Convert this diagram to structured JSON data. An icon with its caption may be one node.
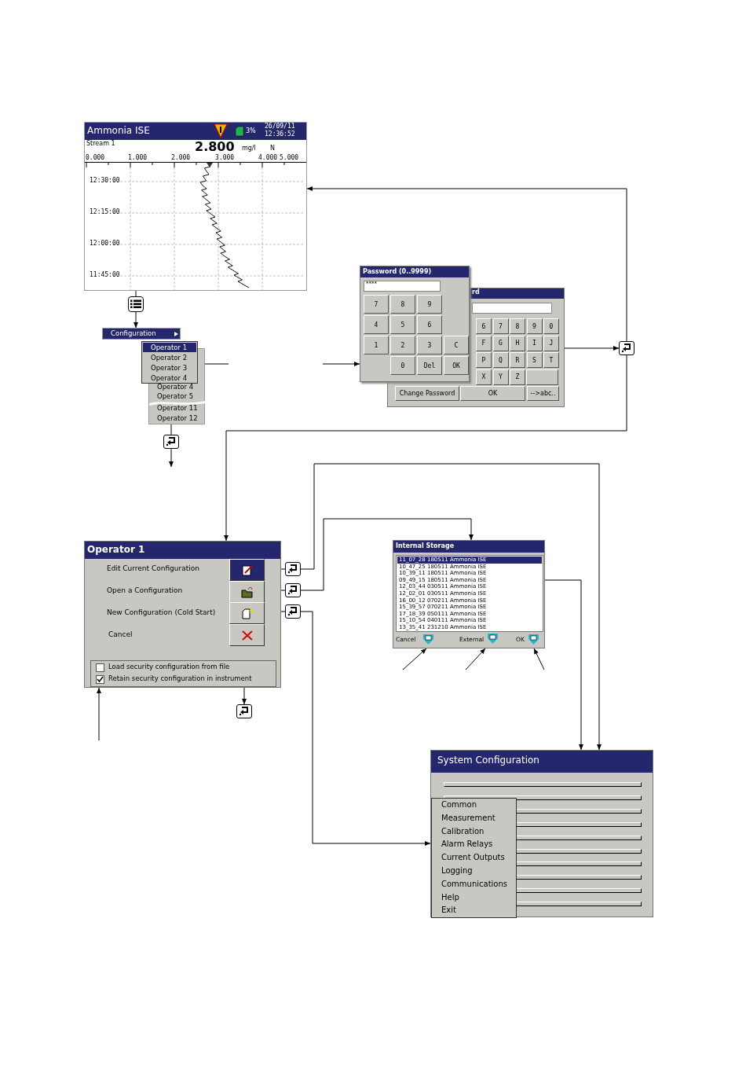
{
  "diagram": {
    "nodes": [
      {
        "text": [
          "Ammonia ISE",
          "3%",
          "26/09/11",
          "12:36:52",
          "Stream 1",
          "2.800",
          "mg/l",
          "N",
          "0.000",
          "1.000",
          "2.000",
          "3.000",
          "4.000",
          "5.000",
          "12:30:00",
          "12:15:00",
          "12:00:00",
          "11:45:00"
        ]
      },
      {
        "text": [],
        "shape": "box"
      },
      {
        "text": [
          "Configuration"
        ]
      },
      {
        "text": [
          "Operator 1",
          "Operator 2",
          "Operator 3",
          "Operator 4"
        ]
      },
      {
        "text": [
          "Operator 4",
          "Operator 5",
          "Operator 11",
          "Operator 12"
        ]
      },
      {
        "text": [],
        "shape": "box"
      },
      {
        "text": [
          "Password (0..9999)",
          "****",
          "7",
          "8",
          "9",
          "4",
          "5",
          "6",
          "1",
          "2",
          "3",
          "C",
          "0",
          "Del",
          "OK"
        ]
      },
      {
        "text": [
          "rd",
          "6",
          "7",
          "8",
          "9",
          "0",
          "F",
          "G",
          "H",
          "I",
          "J",
          "P",
          "Q",
          "R",
          "S",
          "T",
          "X",
          "Y",
          "Z",
          "Change Password",
          "OK",
          "-->abc.."
        ]
      },
      {
        "text": [],
        "shape": "box"
      },
      {
        "text": [
          "Operator 1",
          "Edit Current Configuration",
          "Open a Configuration",
          "New Configuration (Cold Start)",
          "Cancel",
          "Load security configuration from file",
          "Retain security configuration in instrument"
        ]
      },
      {
        "text": [],
        "shape": "box"
      },
      {
        "text": [],
        "shape": "box"
      },
      {
        "text": [],
        "shape": "box"
      },
      {
        "text": [],
        "shape": "box"
      },
      {
        "text": [
          "Internal Storage",
          "11_07_28 180511 Ammonia ISE",
          "10_47_25 180511 Ammonia ISE",
          "10_39_11 180511 Ammonia ISE",
          "09_49_15 180511 Ammonia ISE",
          "12_03_44 030511 Ammonia ISE",
          "12_02_01 030511 Ammonia ISE",
          "16_00_12 070211 Ammonia ISE",
          "15_39_57 070211 Ammonia ISE",
          "17_18_39 050111 Ammonia ISE",
          "15_10_54 040111 Ammonia ISE",
          "13_35_41 231210 Ammonia ISE",
          "Cancel",
          "External",
          "OK"
        ]
      },
      {
        "text": [
          "System Configuration"
        ]
      },
      {
        "text": [
          "Common",
          "Measurement",
          "Calibration",
          "Alarm Relays",
          "Current Outputs",
          "Logging",
          "Communications",
          "Help",
          "Exit"
        ],
        "in": 15
      }
    ],
    "edges": [
      {
        "from": 0,
        "to": 1,
        "arrow": "none"
      },
      {
        "from": 1,
        "to": 2,
        "arrow": "to"
      },
      {
        "from": 4,
        "to": 5,
        "arrow": "none"
      },
      {
        "from": 5,
        "to": null,
        "arrow": "to"
      },
      {
        "from": 4,
        "to": null,
        "arrow": "none"
      },
      {
        "from": null,
        "to": 6,
        "arrow": "to"
      },
      {
        "from": 7,
        "to": 8,
        "arrow": "to"
      },
      {
        "from": 8,
        "to": 0,
        "arrow": "to"
      },
      {
        "from": 8,
        "to": 9,
        "arrow": "to"
      },
      {
        "from": 9,
        "to": 10,
        "arrow": "none"
      },
      {
        "from": 9,
        "to": 11,
        "arrow": "none"
      },
      {
        "from": 9,
        "to": 12,
        "arrow": "none"
      },
      {
        "from": 9,
        "to": 13,
        "arrow": "to"
      },
      {
        "from": 10,
        "to": 15,
        "arrow": "to"
      },
      {
        "from": 11,
        "to": 14,
        "arrow": "to"
      },
      {
        "from": 12,
        "to": 16,
        "arrow": "to"
      },
      {
        "from": null,
        "to": 9,
        "arrow": "to"
      },
      {
        "from": null,
        "to": 14,
        "arrow": "to"
      },
      {
        "from": null,
        "to": 14,
        "arrow": "to"
      },
      {
        "from": null,
        "to": 14,
        "arrow": "to"
      },
      {
        "from": 14,
        "to": 15,
        "arrow": "to"
      }
    ]
  }
}
